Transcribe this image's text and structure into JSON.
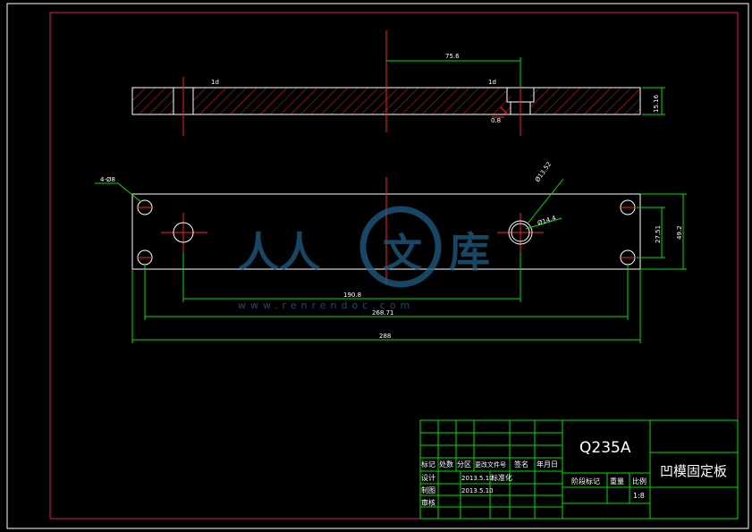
{
  "colors": {
    "background": "#000000",
    "outline": "#ffffff",
    "frame": "#e0157a",
    "center_line": "#ff2020",
    "dimension": "#00e000",
    "watermark": "#1f5f86"
  },
  "top_view": {
    "dim_top": "75.6",
    "thickness": "15.16",
    "note_left": "1d",
    "note_right": "1d",
    "note_bottom": "0.8"
  },
  "plan_view": {
    "hole_note": "Ø13.52",
    "hole_note_small": "Ø14.4",
    "corner_note": "4-Ø8",
    "dim_height_inner": "27.51",
    "dim_height_outer": "49.2",
    "dim_width_1": "190.8",
    "dim_width_2": "268.71",
    "dim_width_3": "288"
  },
  "watermark": {
    "text_left": "人人",
    "text_mid": "文",
    "text_right": "库",
    "url": "www.renrendoc.com"
  },
  "title_block": {
    "material": "Q235A",
    "part_name": "凹模固定板",
    "headers": [
      "标记",
      "处数",
      "分区",
      "更改文件号",
      "签名",
      "年月日"
    ],
    "row_design": "设计",
    "row_drawing": "制图",
    "row_review": "审核",
    "date_1": "2013.5.10",
    "date_2": "2013.5.10",
    "standard": "标准化",
    "stage_label": "阶段标记",
    "weight_label": "重量",
    "scale_label": "比例",
    "scale_value": "1:8"
  }
}
